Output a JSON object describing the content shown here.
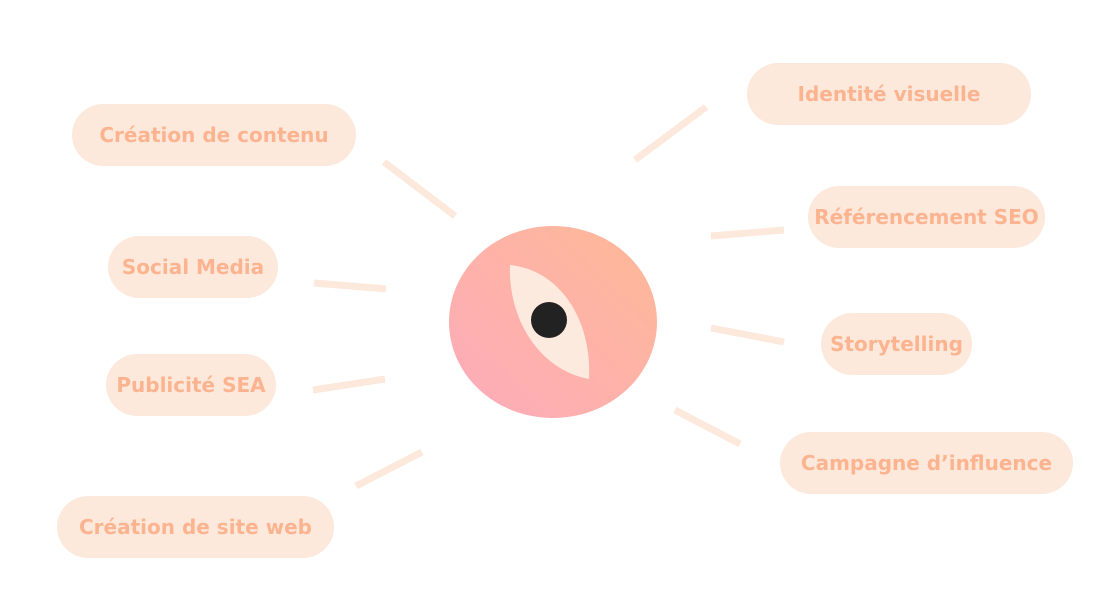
{
  "diagram": {
    "type": "mind-map",
    "center": {
      "icon": "eye-icon",
      "gradient": [
        "#fcb0b4",
        "#feb89a"
      ],
      "eye_white": "#fdeadf",
      "pupil": "#222222"
    },
    "colors": {
      "pill_background": "#fde8dc",
      "pill_text": "#fbb48f",
      "connector": "#fde8dc"
    },
    "left_nodes": [
      {
        "label": "Création de contenu"
      },
      {
        "label": "Social Media"
      },
      {
        "label": "Publicité SEA"
      },
      {
        "label": "Création de site web"
      }
    ],
    "right_nodes": [
      {
        "label": "Identité visuelle"
      },
      {
        "label": "Référencement SEO"
      },
      {
        "label": "Storytelling"
      },
      {
        "label": "Campagne d’influence"
      }
    ]
  }
}
